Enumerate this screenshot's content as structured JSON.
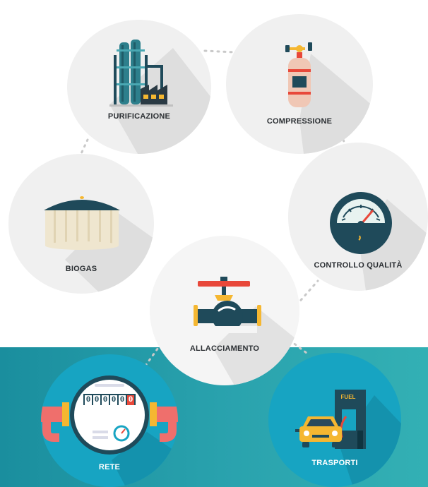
{
  "nodes": {
    "purificazione": {
      "label": "PURIFICAZIONE",
      "icon": "purification-plant-icon"
    },
    "compressione": {
      "label": "COMPRESSIONE",
      "icon": "gas-cylinder-icon"
    },
    "biogas": {
      "label": "BIOGAS",
      "icon": "biogas-tank-icon"
    },
    "controllo": {
      "label": "CONTROLLO QUALITÀ",
      "icon": "pressure-gauge-icon"
    },
    "allacciamento": {
      "label": "ALLACCIAMENTO",
      "icon": "pipe-valve-icon"
    },
    "rete": {
      "label": "RETE",
      "icon": "gas-meter-icon",
      "meter_digits": [
        "0",
        "0",
        "0",
        "0",
        "0",
        "0"
      ]
    },
    "trasporti": {
      "label": "TRASPORTI",
      "icon": "fuel-station-car-icon",
      "fuel_sign": "FUEL"
    }
  },
  "colors": {
    "node_light": "#f0f0f0",
    "node_blue": "#17a4c2",
    "band": "#1f97a5",
    "dark_teal": "#1f4a5a",
    "accent_yellow": "#f5b731",
    "accent_red": "#e8483a",
    "accent_pink": "#ef6f6c"
  }
}
